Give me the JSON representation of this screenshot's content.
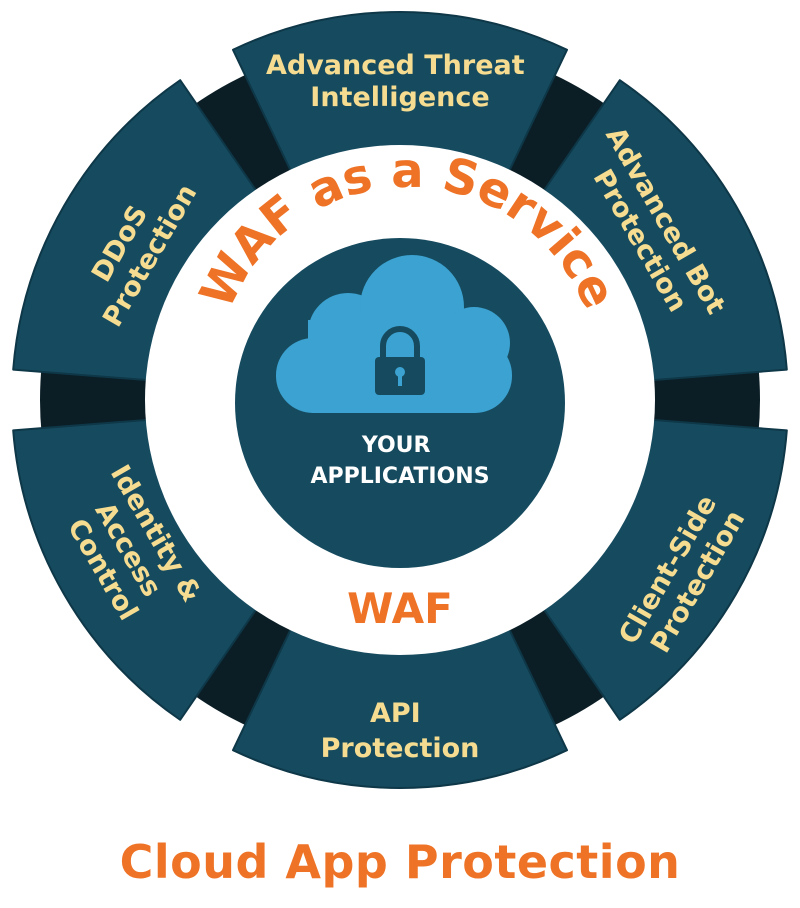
{
  "colors": {
    "segment": "#164b5f",
    "segment_edge": "#0e3748",
    "divider": "#0b1e26",
    "segment_text": "#f6dc91",
    "accent": "#ee7326",
    "center_circle": "#164b5f",
    "cloud": "#3ba2d1",
    "lock": "#164b5f",
    "center_text": "#ffffff",
    "ring": "#ffffff"
  },
  "segments": [
    {
      "lines": [
        "Advanced Threat",
        "Intelligence"
      ]
    },
    {
      "lines": [
        "Advanced Bot",
        "Protection"
      ]
    },
    {
      "lines": [
        "Client-Side",
        "Protection"
      ]
    },
    {
      "lines": [
        "API",
        "Protection"
      ]
    },
    {
      "lines": [
        "Identity &",
        "Access",
        "Control"
      ]
    },
    {
      "lines": [
        "DDoS",
        "Protection"
      ]
    }
  ],
  "ring": {
    "top_label": "WAF as a Service",
    "bottom_label": "WAF"
  },
  "center": {
    "icon": "lock-icon",
    "cloud_icon": "cloud-icon",
    "lines": [
      "YOUR",
      "APPLICATIONS"
    ]
  },
  "footer": {
    "title": "Cloud App Protection"
  }
}
